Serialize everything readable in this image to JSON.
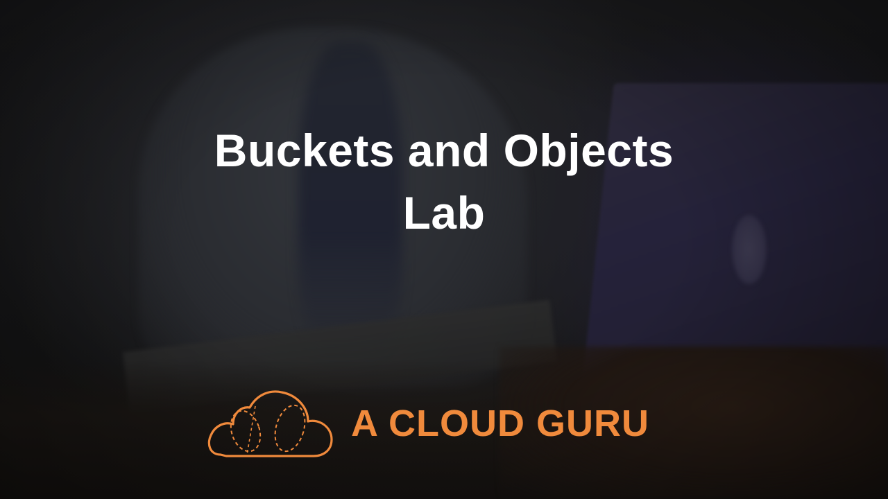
{
  "slide": {
    "title_line1": "Buckets and Objects",
    "title_line2": "Lab"
  },
  "brand": {
    "name": "A CLOUD GURU",
    "logo_icon": "cloud-logo-icon",
    "accent_color": "#f08a3c"
  }
}
